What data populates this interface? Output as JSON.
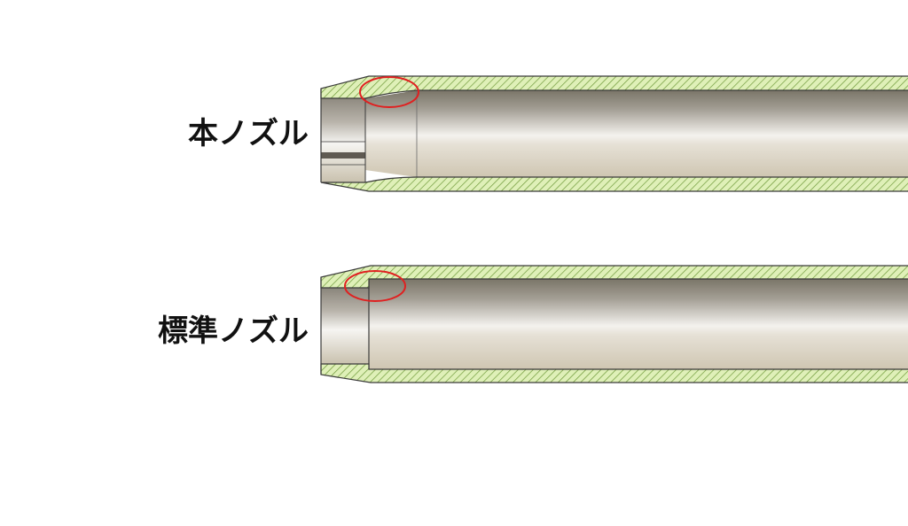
{
  "diagram": {
    "nozzles": [
      {
        "id": "this-nozzle",
        "label": "本ノズル",
        "tip": "tapered",
        "highlight": "taper-edge"
      },
      {
        "id": "standard-nozzle",
        "label": "標準ノズル",
        "tip": "stepped",
        "highlight": "step-edge"
      }
    ],
    "colors": {
      "wall_fill": "#dff0b8",
      "wall_hatch": "#6f9a3a",
      "outline": "#3a3a3a",
      "highlight_ring": "#e02020",
      "bore_dark": "#7a7568",
      "bore_light": "#f4f2ee",
      "bore_warm": "#cfc6b2"
    }
  }
}
